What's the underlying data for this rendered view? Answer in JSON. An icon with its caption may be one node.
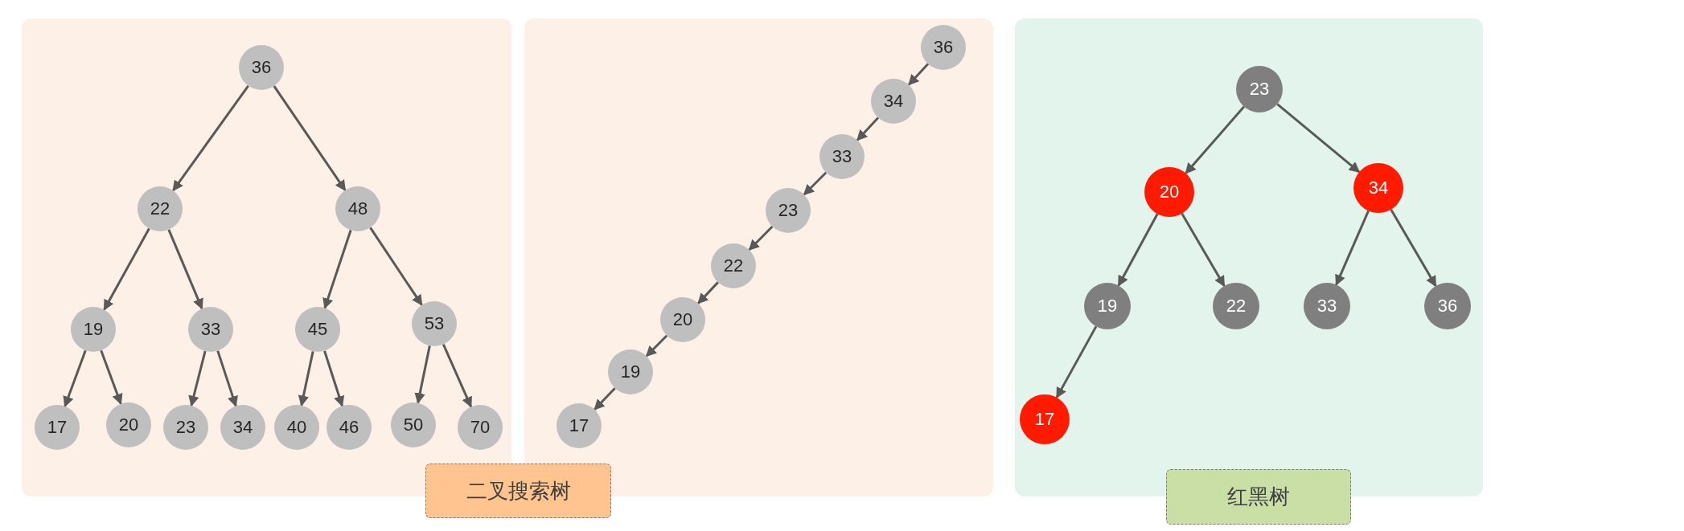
{
  "diagram": {
    "nodes": [
      {
        "text": [
          "36"
        ]
      },
      {
        "text": [
          "22"
        ]
      },
      {
        "text": [
          "48"
        ]
      },
      {
        "text": [
          "19"
        ]
      },
      {
        "text": [
          "33"
        ]
      },
      {
        "text": [
          "45"
        ]
      },
      {
        "text": [
          "53"
        ]
      },
      {
        "text": [
          "17"
        ]
      },
      {
        "text": [
          "20"
        ]
      },
      {
        "text": [
          "23"
        ]
      },
      {
        "text": [
          "34"
        ]
      },
      {
        "text": [
          "40"
        ]
      },
      {
        "text": [
          "46"
        ]
      },
      {
        "text": [
          "50"
        ]
      },
      {
        "text": [
          "70"
        ]
      },
      {
        "text": [
          "36"
        ]
      },
      {
        "text": [
          "34"
        ]
      },
      {
        "text": [
          "33"
        ]
      },
      {
        "text": [
          "23"
        ]
      },
      {
        "text": [
          "22"
        ]
      },
      {
        "text": [
          "20"
        ]
      },
      {
        "text": [
          "19"
        ]
      },
      {
        "text": [
          "17"
        ]
      },
      {
        "text": [
          "二叉搜索树"
        ]
      },
      {
        "text": [
          "23"
        ]
      },
      {
        "text": [
          "20"
        ]
      },
      {
        "text": [
          "34"
        ]
      },
      {
        "text": [
          "19"
        ]
      },
      {
        "text": [
          "22"
        ]
      },
      {
        "text": [
          "33"
        ]
      },
      {
        "text": [
          "36"
        ]
      },
      {
        "text": [
          "17"
        ]
      },
      {
        "text": [
          "红黑树"
        ]
      }
    ],
    "edges": [
      {
        "from": 0,
        "to": 1,
        "arrow": "to"
      },
      {
        "from": 0,
        "to": 2,
        "arrow": "to"
      },
      {
        "from": 1,
        "to": 3,
        "arrow": "to"
      },
      {
        "from": 1,
        "to": 4,
        "arrow": "to"
      },
      {
        "from": 2,
        "to": 5,
        "arrow": "to"
      },
      {
        "from": 2,
        "to": 6,
        "arrow": "to"
      },
      {
        "from": 3,
        "to": 7,
        "arrow": "to"
      },
      {
        "from": 3,
        "to": 8,
        "arrow": "to"
      },
      {
        "from": 4,
        "to": 9,
        "arrow": "to"
      },
      {
        "from": 4,
        "to": 10,
        "arrow": "to"
      },
      {
        "from": 5,
        "to": 11,
        "arrow": "to"
      },
      {
        "from": 5,
        "to": 12,
        "arrow": "to"
      },
      {
        "from": 6,
        "to": 13,
        "arrow": "to"
      },
      {
        "from": 6,
        "to": 14,
        "arrow": "to"
      },
      {
        "from": 15,
        "to": 16,
        "arrow": "to"
      },
      {
        "from": 16,
        "to": 17,
        "arrow": "to"
      },
      {
        "from": 17,
        "to": 18,
        "arrow": "to"
      },
      {
        "from": 18,
        "to": 19,
        "arrow": "to"
      },
      {
        "from": 19,
        "to": 20,
        "arrow": "to"
      },
      {
        "from": 20,
        "to": 21,
        "arrow": "to"
      },
      {
        "from": 21,
        "to": 22,
        "arrow": "to"
      },
      {
        "from": 24,
        "to": 25,
        "arrow": "to"
      },
      {
        "from": 24,
        "to": 26,
        "arrow": "to"
      },
      {
        "from": 25,
        "to": 27,
        "arrow": "to"
      },
      {
        "from": 25,
        "to": 28,
        "arrow": "to"
      },
      {
        "from": 26,
        "to": 29,
        "arrow": "to"
      },
      {
        "from": 26,
        "to": 30,
        "arrow": "to"
      },
      {
        "from": 27,
        "to": 31,
        "arrow": "to"
      }
    ]
  }
}
